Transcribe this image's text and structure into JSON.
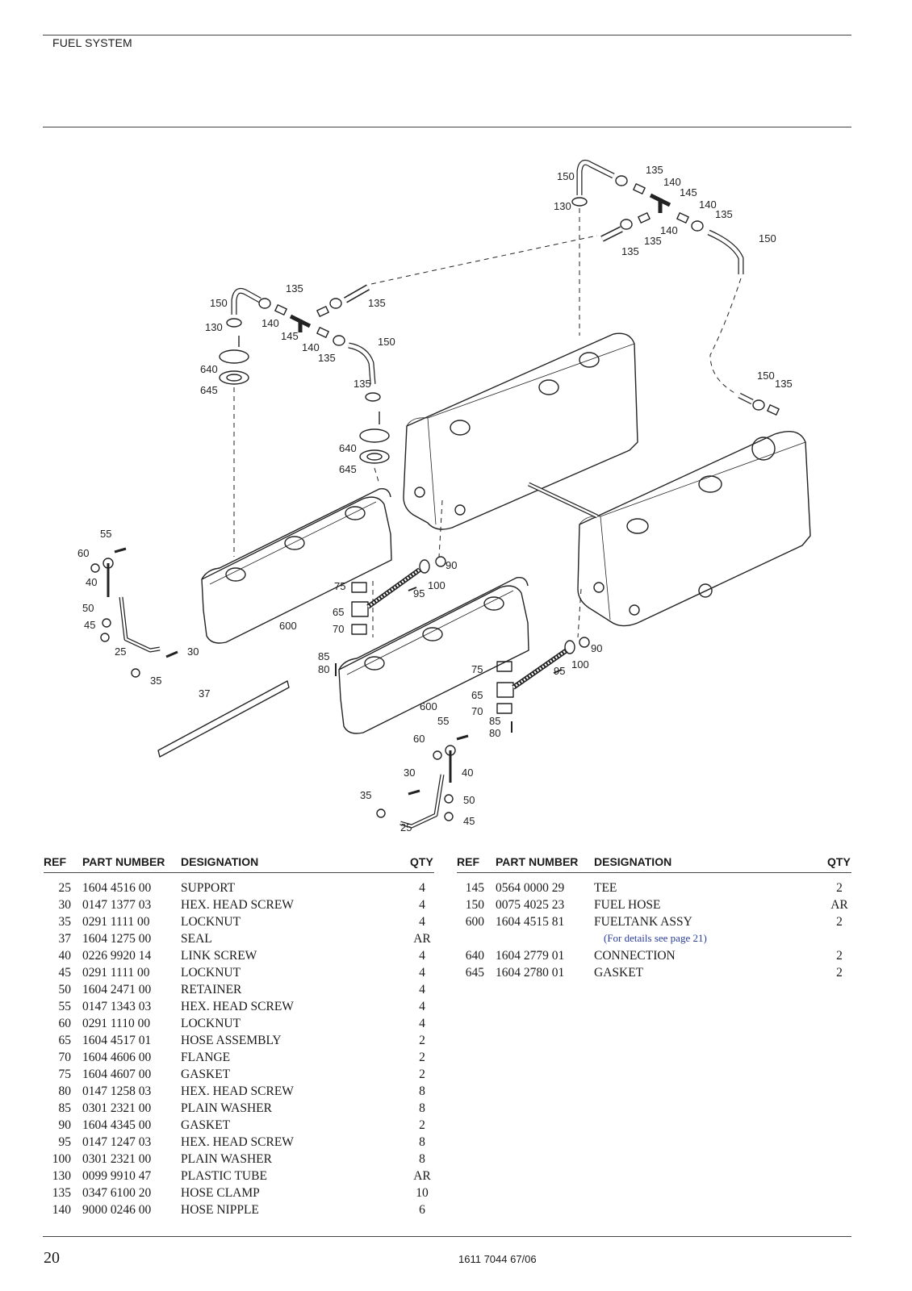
{
  "header": {
    "section_title": "FUEL SYSTEM"
  },
  "columns": {
    "ref": "REF",
    "part_number": "PART NUMBER",
    "designation": "DESIGNATION",
    "qty": "QTY"
  },
  "parts_left": [
    {
      "ref": "25",
      "part": "1604 4516 00",
      "designation": "SUPPORT",
      "qty": "4"
    },
    {
      "ref": "30",
      "part": "0147 1377 03",
      "designation": "HEX. HEAD SCREW",
      "qty": "4"
    },
    {
      "ref": "35",
      "part": "0291 1111 00",
      "designation": "LOCKNUT",
      "qty": "4"
    },
    {
      "ref": "37",
      "part": "1604 1275 00",
      "designation": "SEAL",
      "qty": "AR"
    },
    {
      "ref": "40",
      "part": "0226 9920 14",
      "designation": "LINK SCREW",
      "qty": "4"
    },
    {
      "ref": "45",
      "part": "0291 1111 00",
      "designation": "LOCKNUT",
      "qty": "4"
    },
    {
      "ref": "50",
      "part": "1604 2471 00",
      "designation": "RETAINER",
      "qty": "4"
    },
    {
      "ref": "55",
      "part": "0147 1343 03",
      "designation": "HEX. HEAD SCREW",
      "qty": "4"
    },
    {
      "ref": "60",
      "part": "0291 1110 00",
      "designation": "LOCKNUT",
      "qty": "4"
    },
    {
      "ref": "65",
      "part": "1604 4517 01",
      "designation": "HOSE ASSEMBLY",
      "qty": "2"
    },
    {
      "ref": "70",
      "part": "1604 4606 00",
      "designation": "FLANGE",
      "qty": "2"
    },
    {
      "ref": "75",
      "part": "1604 4607 00",
      "designation": "GASKET",
      "qty": "2"
    },
    {
      "ref": "80",
      "part": "0147 1258 03",
      "designation": "HEX. HEAD SCREW",
      "qty": "8"
    },
    {
      "ref": "85",
      "part": "0301 2321 00",
      "designation": "PLAIN WASHER",
      "qty": "8"
    },
    {
      "ref": "90",
      "part": "1604 4345 00",
      "designation": "GASKET",
      "qty": "2"
    },
    {
      "ref": "95",
      "part": "0147 1247 03",
      "designation": "HEX. HEAD SCREW",
      "qty": "8"
    },
    {
      "ref": "100",
      "part": "0301 2321 00",
      "designation": "PLAIN WASHER",
      "qty": "8"
    },
    {
      "ref": "130",
      "part": "0099 9910 47",
      "designation": "PLASTIC TUBE",
      "qty": "AR"
    },
    {
      "ref": "135",
      "part": "0347 6100 20",
      "designation": "HOSE CLAMP",
      "qty": "10"
    },
    {
      "ref": "140",
      "part": "9000 0246 00",
      "designation": "HOSE NIPPLE",
      "qty": "6"
    }
  ],
  "parts_right": [
    {
      "ref": "145",
      "part": "0564 0000 29",
      "designation": "TEE",
      "qty": "2"
    },
    {
      "ref": "150",
      "part": "0075 4025 23",
      "designation": "FUEL HOSE",
      "qty": "AR"
    },
    {
      "ref": "600",
      "part": "1604 4515 81",
      "designation": "FUELTANK ASSY",
      "qty": "2"
    },
    {
      "ref": "640",
      "part": "1604 2779 01",
      "designation": "CONNECTION",
      "qty": "2"
    },
    {
      "ref": "645",
      "part": "1604 2780 01",
      "designation": "GASKET",
      "qty": "2"
    }
  ],
  "fueltank_note": "(For details see page 21)",
  "diagram_callouts": [
    "150",
    "135",
    "140",
    "145",
    "140",
    "135",
    "130",
    "135",
    "140",
    "135",
    "150",
    "150",
    "135",
    "135",
    "140",
    "145",
    "140",
    "135",
    "130",
    "150",
    "640",
    "645",
    "135",
    "640",
    "645",
    "150",
    "135",
    "55",
    "60",
    "40",
    "50",
    "45",
    "25",
    "35",
    "30",
    "37",
    "75",
    "100",
    "95",
    "65",
    "70",
    "600",
    "90",
    "85",
    "80",
    "90",
    "75",
    "95",
    "100",
    "65",
    "70",
    "85",
    "80",
    "600",
    "55",
    "60",
    "40",
    "30",
    "50",
    "35",
    "45",
    "25"
  ],
  "footer": {
    "page_number": "20",
    "doc_number": "1611 7044 67/06"
  }
}
